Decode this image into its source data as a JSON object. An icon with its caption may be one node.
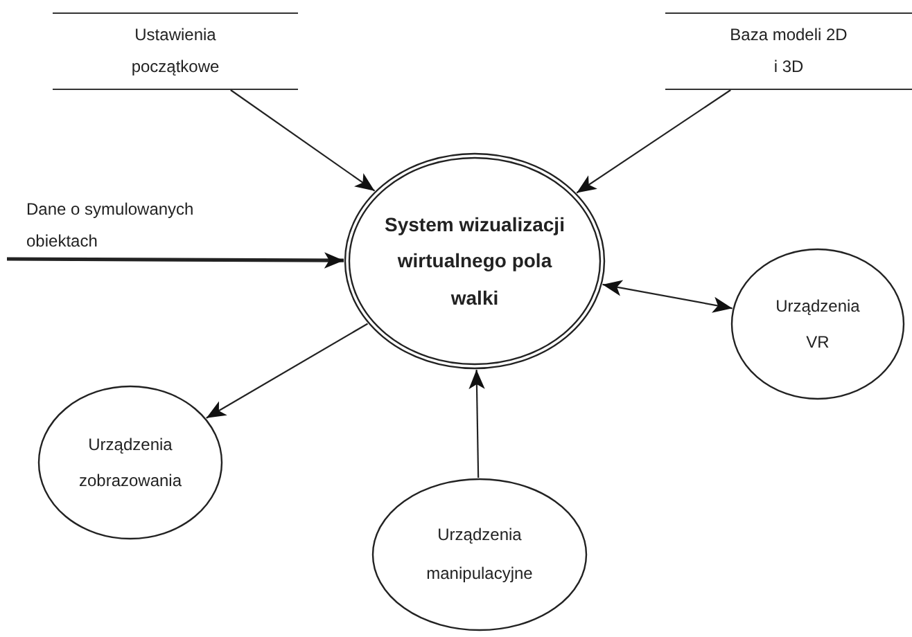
{
  "diagram": {
    "nodes": [
      {
        "text": [
          "Ustawienia początkowe"
        ]
      },
      {
        "text": [
          "Baza modeli 2D i 3D"
        ]
      },
      {
        "text": [
          "Dane o symulowanych obiektach"
        ]
      },
      {
        "text": [
          "System wizualizacji wirtualnego pola walki"
        ]
      },
      {
        "text": [
          "Urządzenia VR"
        ]
      },
      {
        "text": [
          "Urządzenia zobrazowania"
        ]
      },
      {
        "text": [
          "Urządzenia manipulacyjne"
        ]
      }
    ],
    "edges": [
      {
        "from": 0,
        "to": 3,
        "arrow": "to"
      },
      {
        "from": 1,
        "to": 3,
        "arrow": "to"
      },
      {
        "from": 2,
        "to": 3,
        "arrow": "to",
        "style": "thick"
      },
      {
        "from": 3,
        "to": 4,
        "arrow": "both"
      },
      {
        "from": 3,
        "to": 5,
        "arrow": "to"
      },
      {
        "from": 6,
        "to": 3,
        "arrow": "to"
      }
    ]
  }
}
